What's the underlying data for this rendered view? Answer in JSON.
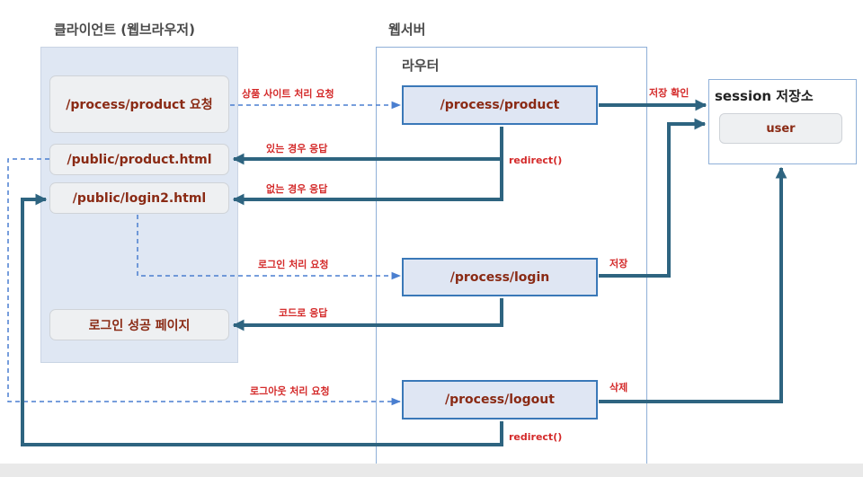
{
  "client": {
    "title": "클라이언트 (웹브라우저)",
    "boxes": [
      "/process/product 요청",
      "/public/product.html",
      "/public/login2.html",
      "로그인 성공 페이지"
    ]
  },
  "server": {
    "title": "웹서버",
    "router_label": "라우터",
    "routes": [
      "/process/product",
      "/process/login",
      "/process/logout"
    ]
  },
  "session": {
    "title": "session 저장소",
    "item": "user"
  },
  "labels": {
    "product_request": "상품 사이트 처리 요청",
    "if_exists": "있는 경우 응답",
    "if_not_exists": "없는 경우 응답",
    "redirect_1": "redirect()",
    "login_request": "로그인 처리 요청",
    "code_response": "코드로 응답",
    "logout_request": "로그아웃 처리 요청",
    "redirect_2": "redirect()",
    "check_store": "저장 확인",
    "store": "저장",
    "delete": "삭제"
  },
  "colors": {
    "solid_arrow": "#2e6480",
    "dashed_arrow": "#4a7fd0",
    "label_red": "#d42a2a",
    "box_text": "#8a2a14"
  }
}
